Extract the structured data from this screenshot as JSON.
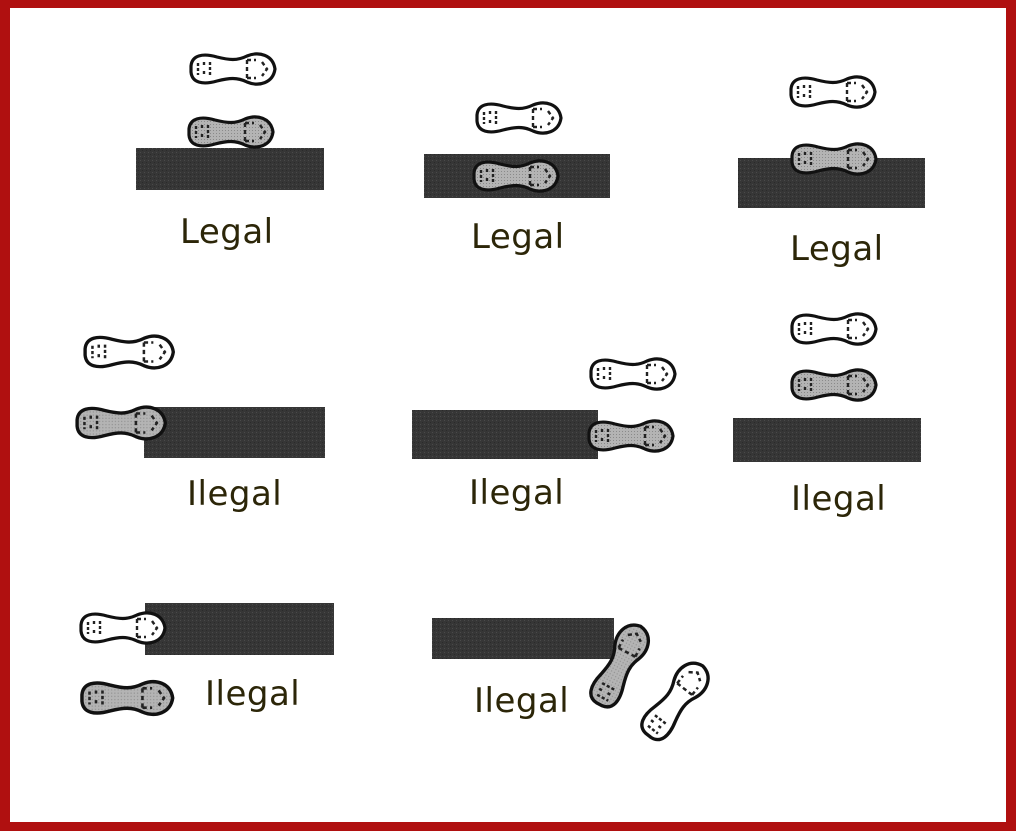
{
  "labels": {
    "legal": "Legal",
    "illegal": "Ilegal"
  },
  "panels": [
    {
      "id": "legal-1",
      "label_key": "legal",
      "shoes": [
        "outline",
        "shaded-on-board"
      ]
    },
    {
      "id": "legal-2",
      "label_key": "legal",
      "shoes": [
        "outline",
        "shaded-on-board"
      ]
    },
    {
      "id": "legal-3",
      "label_key": "legal",
      "shoes": [
        "outline",
        "shaded-on-board"
      ]
    },
    {
      "id": "illegal-1",
      "label_key": "illegal",
      "shoes": [
        "outline",
        "shaded-off-board-left"
      ]
    },
    {
      "id": "illegal-2",
      "label_key": "illegal",
      "shoes": [
        "outline",
        "shaded-overhanging-right"
      ]
    },
    {
      "id": "illegal-3",
      "label_key": "illegal",
      "shoes": [
        "outline",
        "shaded-above-board"
      ]
    },
    {
      "id": "illegal-4",
      "label_key": "illegal",
      "shoes": [
        "outline-on-board-edge",
        "shaded-below-board"
      ]
    },
    {
      "id": "illegal-5",
      "label_key": "illegal",
      "shoes": [
        "shaded-angled",
        "outline-angled"
      ]
    }
  ],
  "colors": {
    "frame": "#b01010",
    "board": "#363636",
    "shoe_outline": "#111111",
    "shoe_shaded": "#a9a9a9",
    "label_text": "#2c2608"
  }
}
